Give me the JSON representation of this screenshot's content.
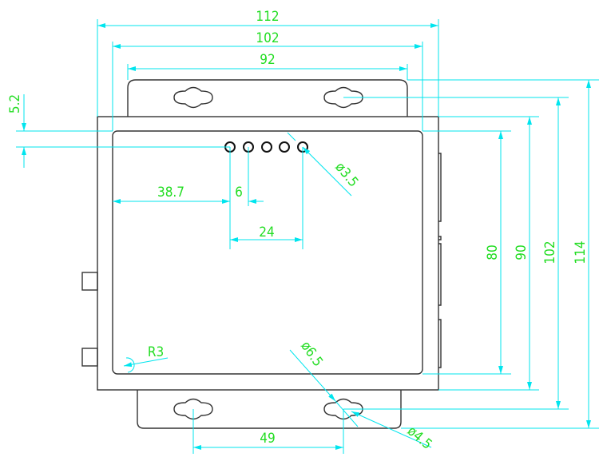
{
  "drawing": {
    "dimensions": {
      "overall_width": "112",
      "panel_width": "102",
      "flange_width": "92",
      "top_offset": "5.2",
      "led_offset": "38.7",
      "led_pitch": "6",
      "led_span": "24",
      "led_diameter": "ø3.5",
      "panel_height": "80",
      "body_height": "90",
      "hole_spacing_height": "102",
      "overall_height": "114",
      "hole_spacing_width": "49",
      "corner_radius": "R3",
      "slot_large_diameter": "ø6.5",
      "slot_small_diameter": "ø4.5"
    },
    "led_count": 5,
    "colors": {
      "outline": "#333333",
      "dimension_line": "#00e5ee",
      "dimension_text": "#22dd22"
    }
  }
}
